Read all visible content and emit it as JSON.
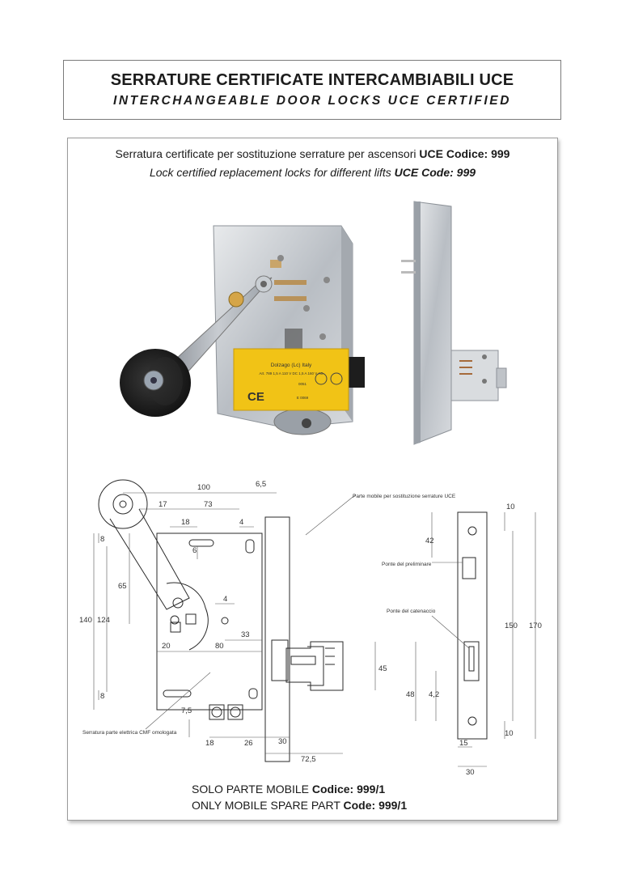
{
  "header": {
    "title_it": "SERRATURE CERTIFICATE INTERCAMBIABILI UCE",
    "title_en": "INTERCHANGEABLE DOOR LOCKS UCE CERTIFIED"
  },
  "description": {
    "it_text": "Serratura certificate per sostituzione serrature per ascensori ",
    "it_code": "UCE Codice: 999",
    "en_text": "Lock certified replacement locks for different lifts ",
    "en_code": "UCE Code: 999"
  },
  "photo": {
    "plate_line1": "Dolzago (Lc) Italy",
    "plate_line2": "Art. 789 1,5 A 110 V DC 1,5 A 160 V AC",
    "plate_line3": "0051",
    "plate_line4": "E 0069",
    "plate_ce": "CE"
  },
  "drawing": {
    "dims": {
      "d100": "100",
      "d6_5": "6,5",
      "d17": "17",
      "d73": "73",
      "d18a": "18",
      "d4a": "4",
      "d8a": "8",
      "d6": "6",
      "d65": "65",
      "d140": "140",
      "d124": "124",
      "d4b": "4",
      "d33": "33",
      "d20": "20",
      "d80": "80",
      "d8b": "8",
      "d7_5": "7,5",
      "d18b": "18",
      "d26": "26",
      "d30a": "30",
      "d72_5": "72,5",
      "d45": "45",
      "d10a": "10",
      "d42": "42",
      "d150": "150",
      "d170": "170",
      "d48": "48",
      "d4_2": "4,2",
      "d10b": "10",
      "d15": "15",
      "d30b": "30"
    },
    "labels": {
      "mobile_part": "Parte mobile per sostituzione serrature UCE",
      "ponte_preliminare": "Ponte del preliminare",
      "ponte_catenaccio": "Ponte del catenaccio",
      "serratura_elettrica": "Serratura parte elettrica CMF omologata"
    }
  },
  "footer": {
    "line1_text": "SOLO PARTE MOBILE  ",
    "line1_code": "Codice: 999/1",
    "line2_text": "ONLY MOBILE SPARE PART ",
    "line2_code": "Code: 999/1"
  }
}
